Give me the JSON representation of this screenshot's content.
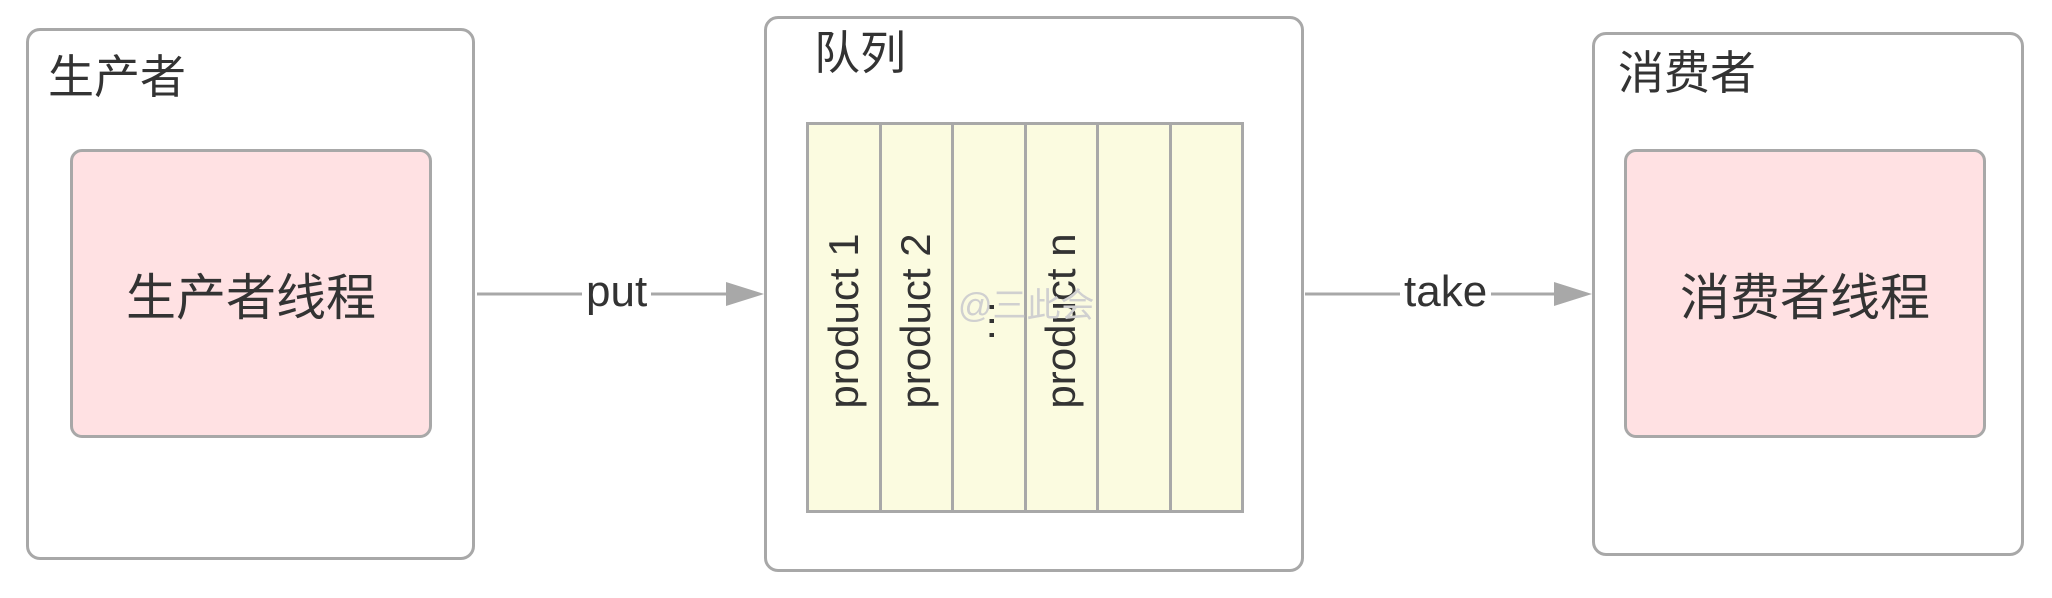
{
  "producer": {
    "title": "生产者",
    "thread_label": "生产者线程"
  },
  "queue": {
    "title": "队列",
    "cells": [
      "product 1",
      "product 2",
      "···",
      "product n",
      "",
      ""
    ]
  },
  "consumer": {
    "title": "消费者",
    "thread_label": "消费者线程"
  },
  "edges": {
    "put_label": "put",
    "take_label": "take"
  },
  "watermark": "@三此会",
  "colors": {
    "border": "#a8a8a8",
    "thread_fill": "#ffe1e3",
    "queue_fill": "#fbfbe0",
    "text": "#333333"
  }
}
